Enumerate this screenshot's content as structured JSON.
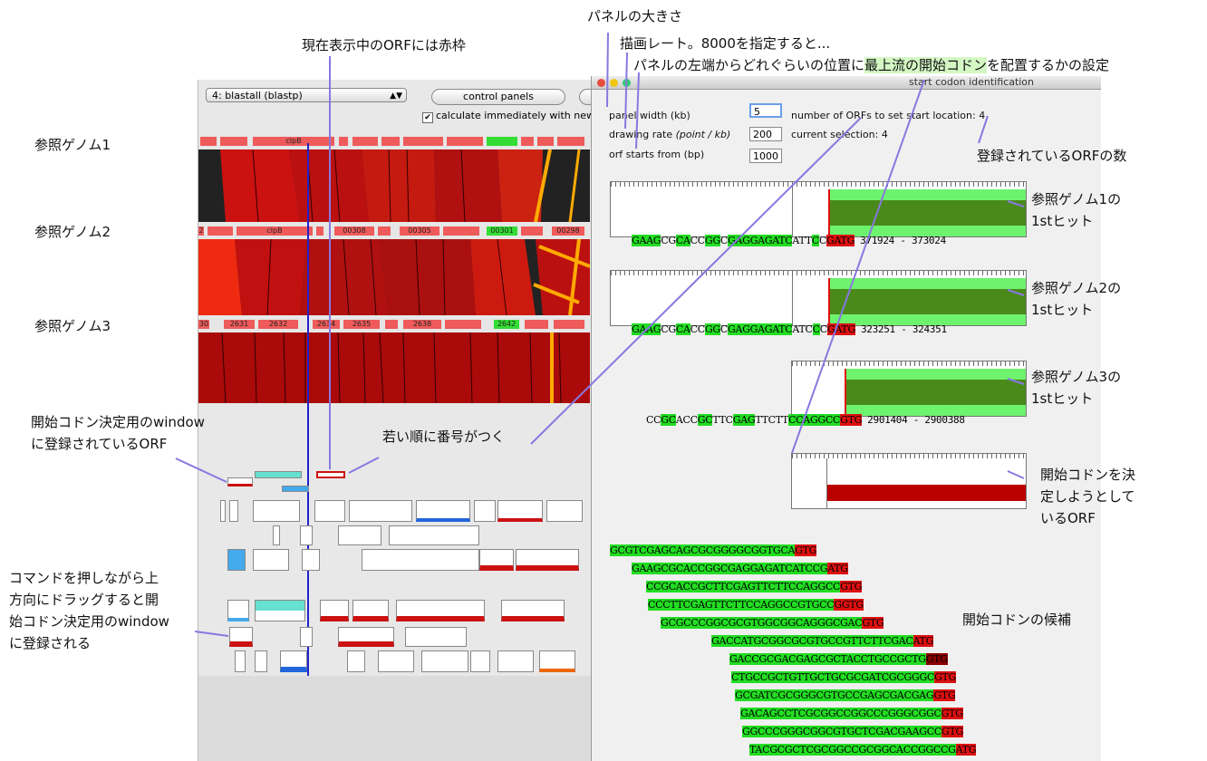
{
  "annotations": {
    "panel_size": "パネルの大きさ",
    "drawing_rate": "描画レート。8000を指定すると...",
    "start_offset": "パネルの左端からどれぐらいの位置に",
    "start_offset_highlight": "最上流の開始コドン",
    "start_offset_tail": "を配置するかの設定",
    "current_orf": "現在表示中のORFには赤枠",
    "ref1": "参照ゲノム1",
    "ref2": "参照ゲノム2",
    "ref3": "参照ゲノム3",
    "registered_orfs_line1": "開始コドン決定用のwindow",
    "registered_orfs_line2": "に登録されているORF",
    "numbering": "若い順に番号がつく",
    "cmd_line1": "コマンドを押しながら上",
    "cmd_line2": "方向にドラッグすると開",
    "cmd_line3": "始コドン決定用のwindow",
    "cmd_line4": "に登録される",
    "orf_count": "登録されているORFの数",
    "ref1_hit_line1": "参照ゲノム1の",
    "ref1_hit_line2": "1stヒット",
    "ref2_hit_line1": "参照ゲノム2の",
    "ref2_hit_line2": "1stヒット",
    "ref3_hit_line1": "参照ゲノム3の",
    "ref3_hit_line2": "1stヒット",
    "target_line1": "開始コドンを決",
    "target_line2": "定しようとして",
    "target_line3": "いるORF",
    "candidates": "開始コドンの候補"
  },
  "left_window": {
    "program_select": "4: blastall (blastp)",
    "control_panels_button": "control panels",
    "calc_checkbox_label": "calculate immediately with new",
    "calc_checked": true,
    "track1_labels": [
      "clpB"
    ],
    "track2_labels": [
      "2",
      "clpB",
      "00308",
      "00305",
      "00301",
      "00298"
    ],
    "track3_labels": [
      "30",
      "2631",
      "2632",
      "2634",
      "2635",
      "2638",
      "2642"
    ]
  },
  "right_window": {
    "title": "start codon identification",
    "panel_width_label": "panel width (kb)",
    "panel_width_value": "5",
    "drawing_rate_label_prefix": "drawing rate ",
    "drawing_rate_label_italic": "(point / kb)",
    "drawing_rate_value": "200",
    "orf_start_label": "orf starts from (bp)",
    "orf_start_value": "1000",
    "num_orfs_text": "number of ORFs to set start location: 4",
    "current_selection_text": "current selection: 4",
    "hit1": {
      "range": "371924 - 373024"
    },
    "hit2": {
      "range": "323251 - 324351"
    },
    "hit3": {
      "range": "2901404 - 2900388"
    }
  },
  "colors": {
    "accent_line": "#8878e0",
    "hit_green": "#6ef36e",
    "orf_red": "#ef5a5a"
  }
}
